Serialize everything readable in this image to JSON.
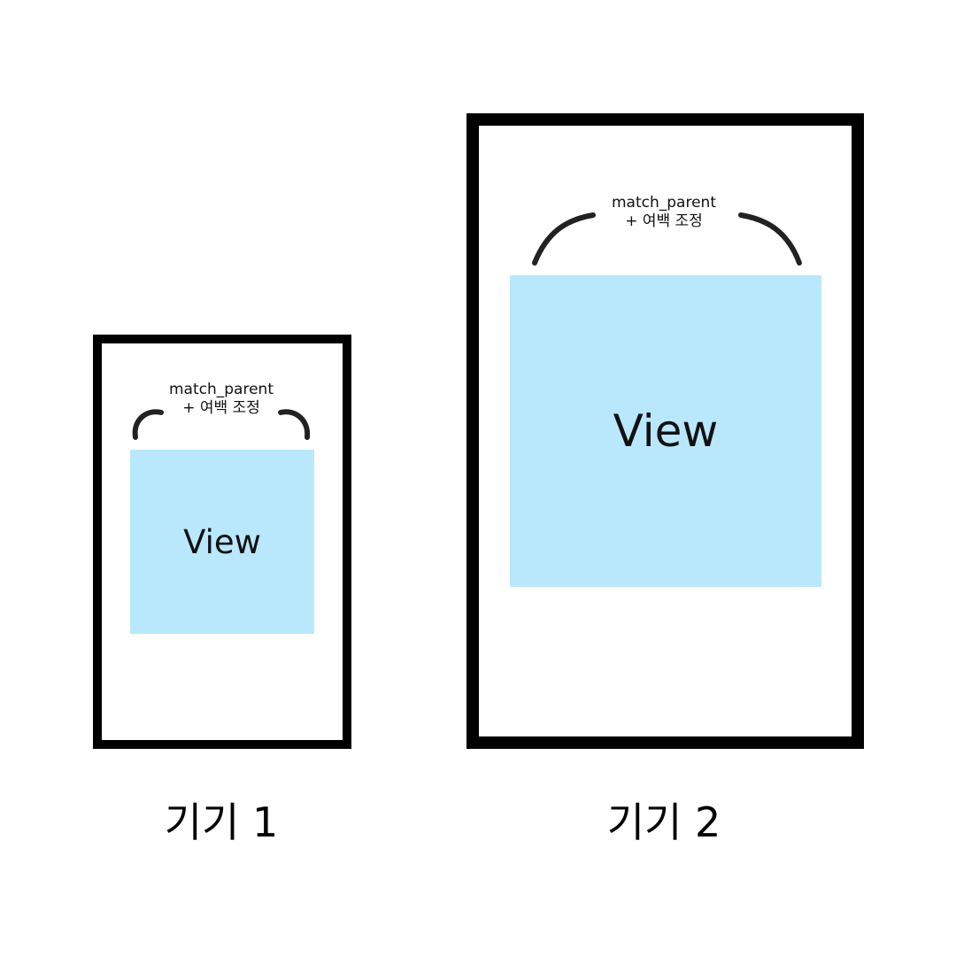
{
  "colors": {
    "frame": "#000000",
    "view_fill": "#b9e8fd",
    "bracket": "#222222",
    "background": "#ffffff"
  },
  "device1": {
    "view_label": "View",
    "annotation_line1": "match_parent",
    "annotation_line2": "+ 여백 조정",
    "caption": "기기 1"
  },
  "device2": {
    "view_label": "View",
    "annotation_line1": "match_parent",
    "annotation_line2": "+ 여백 조정",
    "caption": "기기 2"
  }
}
